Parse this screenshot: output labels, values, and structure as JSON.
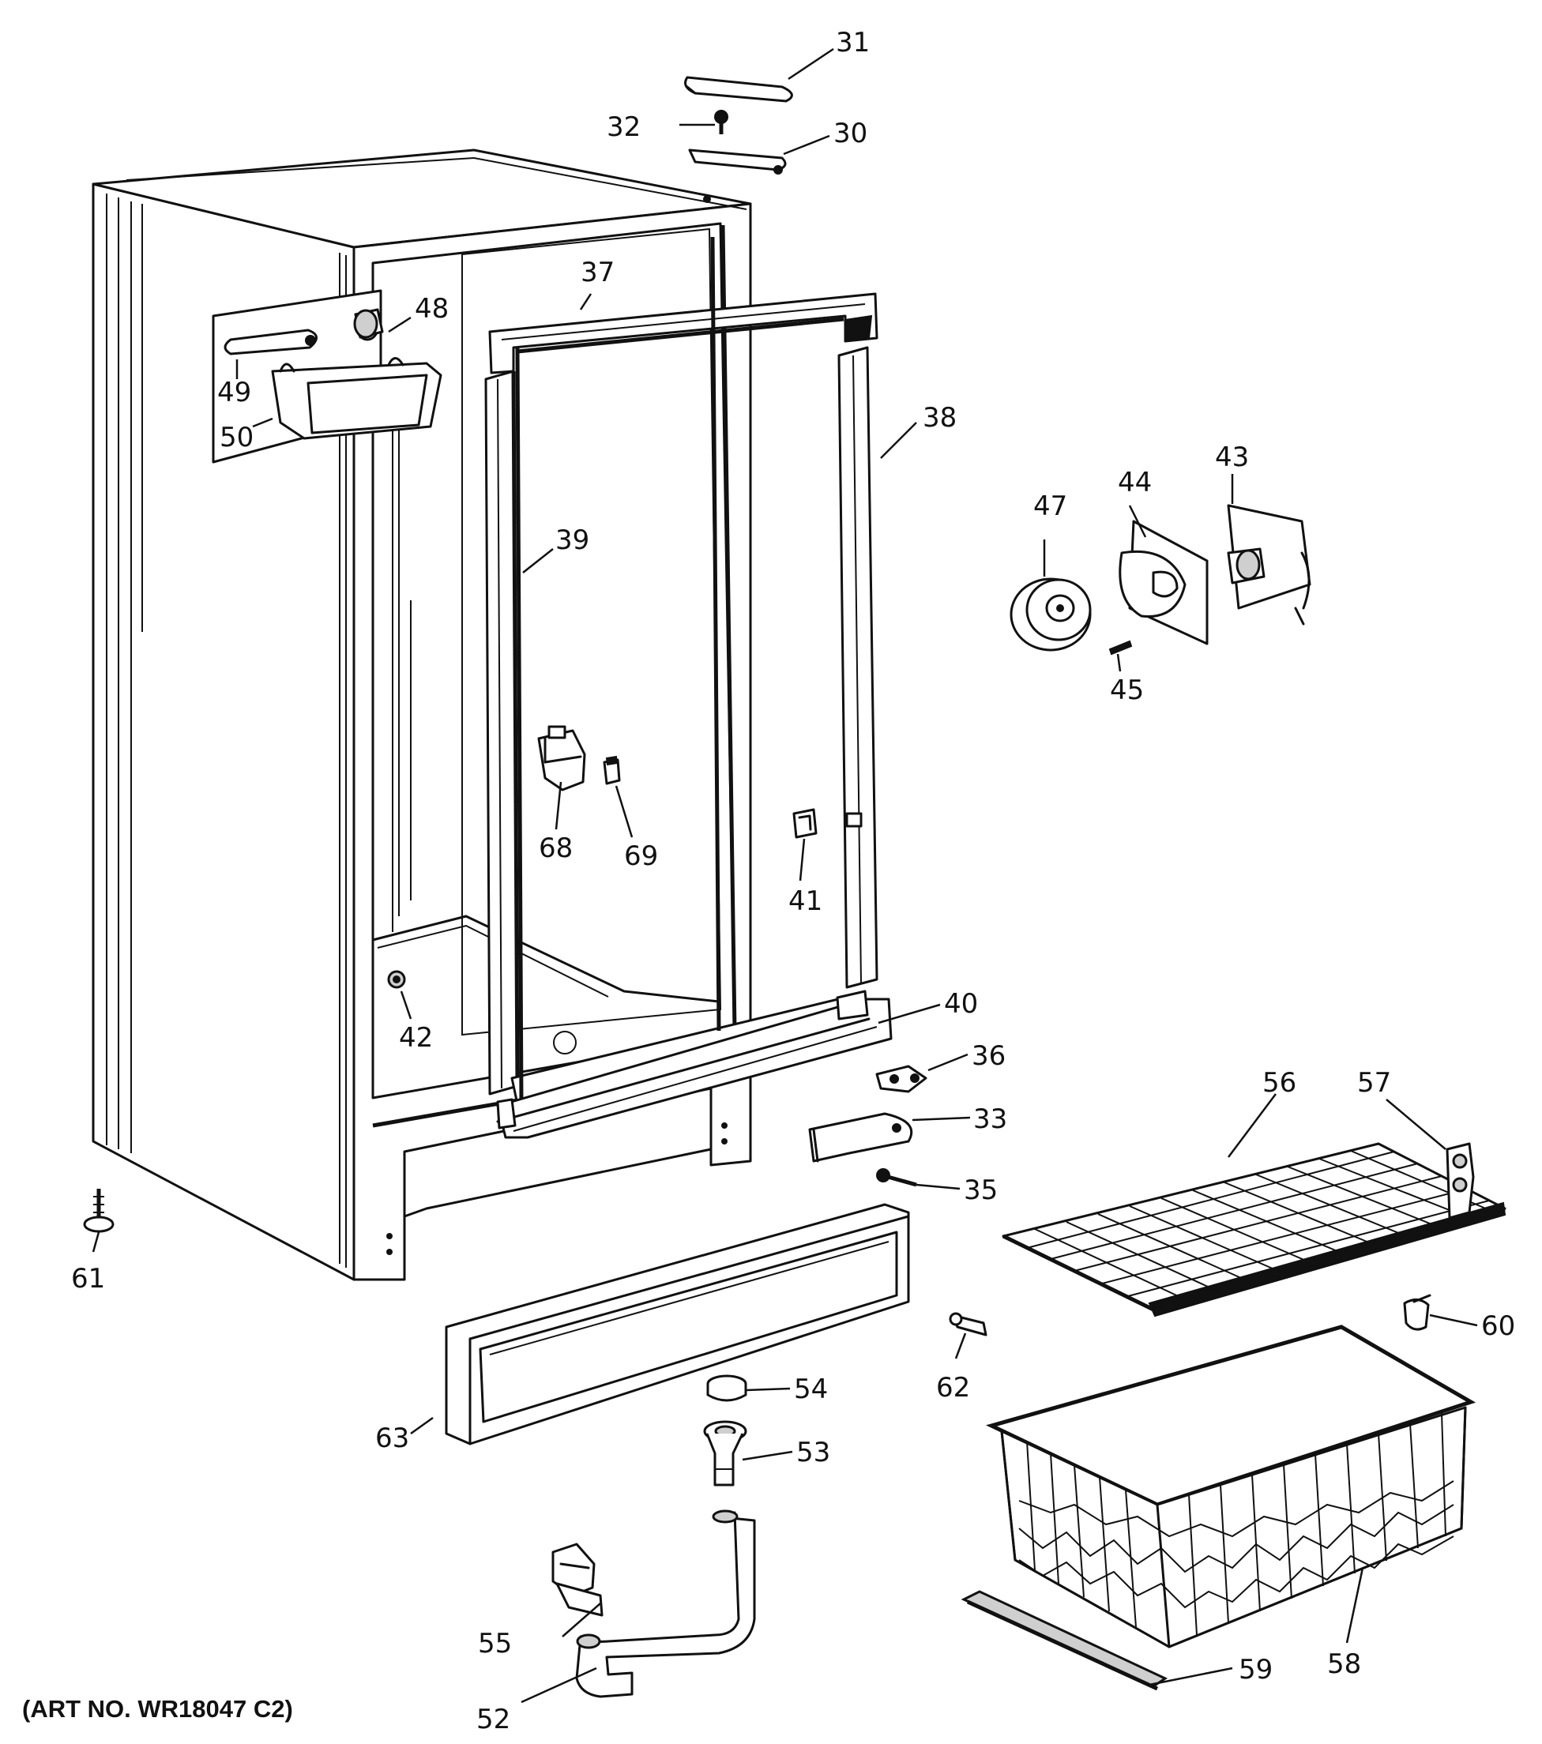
{
  "art_number": "(ART NO. WR18047 C2)",
  "parts": [
    {
      "id": "p30",
      "label": "30"
    },
    {
      "id": "p31",
      "label": "31"
    },
    {
      "id": "p32",
      "label": "32"
    },
    {
      "id": "p33",
      "label": "33"
    },
    {
      "id": "p35",
      "label": "35"
    },
    {
      "id": "p36",
      "label": "36"
    },
    {
      "id": "p37",
      "label": "37"
    },
    {
      "id": "p38",
      "label": "38"
    },
    {
      "id": "p39",
      "label": "39"
    },
    {
      "id": "p40",
      "label": "40"
    },
    {
      "id": "p41",
      "label": "41"
    },
    {
      "id": "p42",
      "label": "42"
    },
    {
      "id": "p43",
      "label": "43"
    },
    {
      "id": "p44",
      "label": "44"
    },
    {
      "id": "p45",
      "label": "45"
    },
    {
      "id": "p47",
      "label": "47"
    },
    {
      "id": "p48",
      "label": "48"
    },
    {
      "id": "p49",
      "label": "49"
    },
    {
      "id": "p50",
      "label": "50"
    },
    {
      "id": "p52",
      "label": "52"
    },
    {
      "id": "p53",
      "label": "53"
    },
    {
      "id": "p54",
      "label": "54"
    },
    {
      "id": "p55",
      "label": "55"
    },
    {
      "id": "p56",
      "label": "56"
    },
    {
      "id": "p57",
      "label": "57"
    },
    {
      "id": "p58",
      "label": "58"
    },
    {
      "id": "p59",
      "label": "59"
    },
    {
      "id": "p60",
      "label": "60"
    },
    {
      "id": "p61",
      "label": "61"
    },
    {
      "id": "p62",
      "label": "62"
    },
    {
      "id": "p63",
      "label": "63"
    },
    {
      "id": "p68",
      "label": "68"
    },
    {
      "id": "p69",
      "label": "69"
    }
  ]
}
